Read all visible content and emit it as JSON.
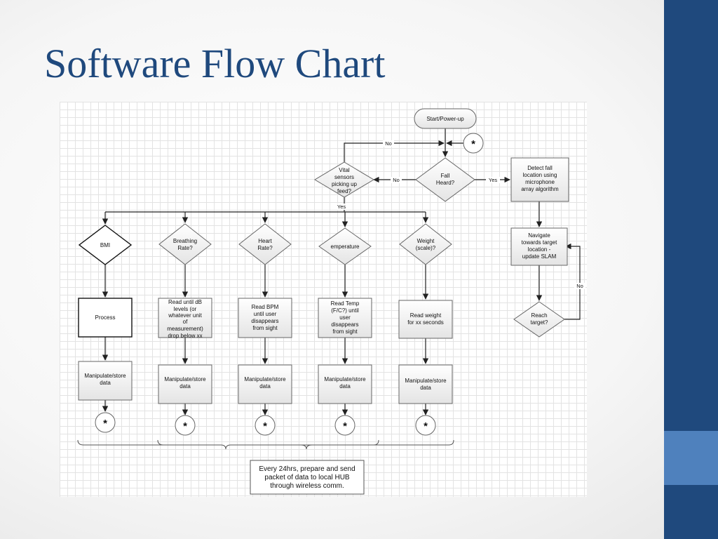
{
  "slide": {
    "title": "Software Flow Chart",
    "accent_color": "#1f497d",
    "accent_light": "#4f81bd"
  },
  "diagram": {
    "start": "Start/Power-up",
    "connector": "*",
    "fall_heard": [
      "Fall",
      "Heard?"
    ],
    "vital_sensors": [
      "Vital",
      "sensors",
      "picking up",
      "feed?"
    ],
    "detect_fall": [
      "Detect fall",
      "location using",
      "microphone",
      "array algorithm"
    ],
    "navigate": [
      "Navigate",
      "towards target",
      "location -",
      "update SLAM"
    ],
    "reach_target": [
      "Reach",
      "target?"
    ],
    "label_no": "No",
    "label_yes": "Yes",
    "bmi": "BMI",
    "breathing": [
      "Breathing",
      "Rate?"
    ],
    "heart": [
      "Heart",
      "Rate?"
    ],
    "temperature": "emperature",
    "weight": [
      "Weight",
      "(scale)?"
    ],
    "process": "Process",
    "read_db": [
      "Read until dB",
      "levels (or",
      "whatever unit",
      "of",
      "measurement)",
      "drop below xx"
    ],
    "read_bpm": [
      "Read BPM",
      "until user",
      "disappears",
      "from sight"
    ],
    "read_temp": [
      "Read Temp",
      "(F/C?) until",
      "user",
      "disappears",
      "from sight"
    ],
    "read_weight": [
      "Read weight",
      "for xx seconds"
    ],
    "manipulate": [
      "Manipulate/store",
      "data"
    ],
    "hub": [
      "Every 24hrs, prepare and send",
      "packet of data to local HUB",
      "through wireless comm."
    ]
  }
}
